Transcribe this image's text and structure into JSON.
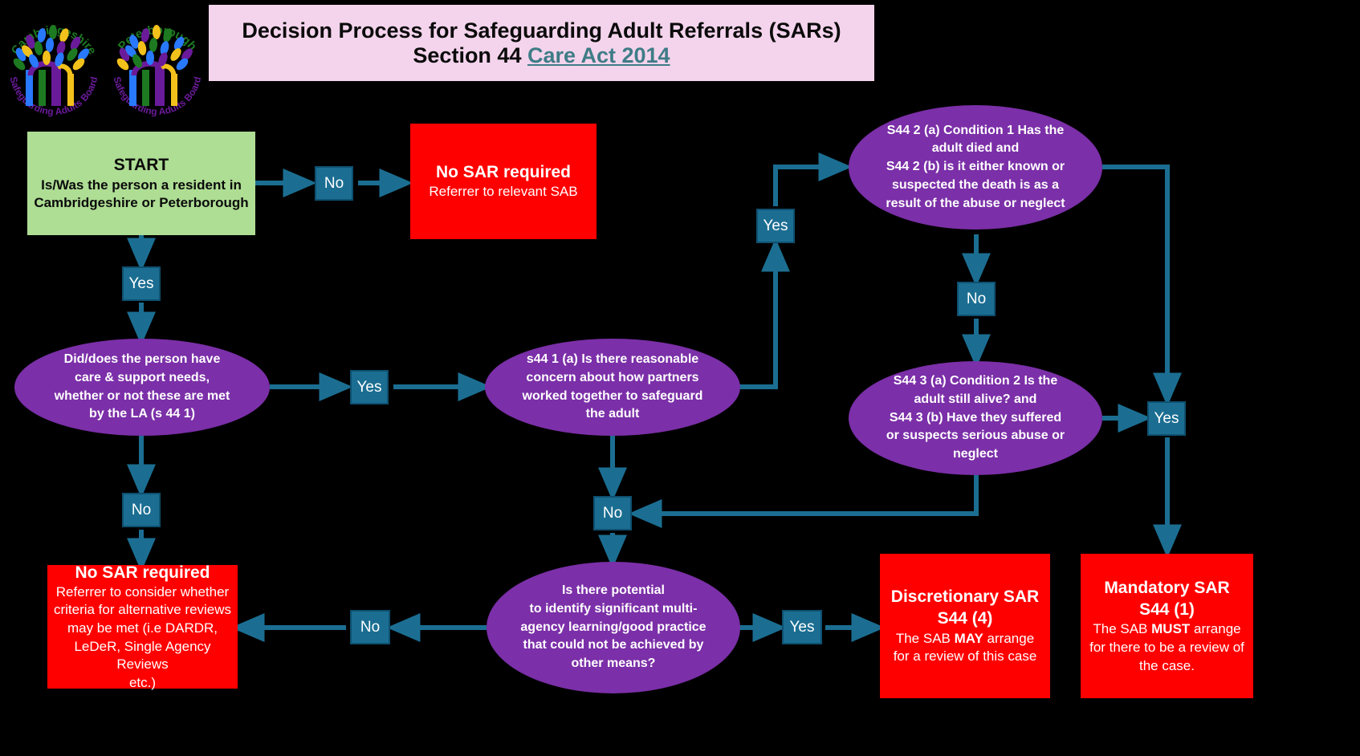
{
  "header": {
    "title_line1": "Decision Process for Safeguarding Adult Referrals (SARs)",
    "title_line2_prefix": "Section 44 ",
    "title_line2_link": "Care Act 2014",
    "banner_color": "#F4D4EC",
    "link_color": "#3E7C86"
  },
  "logos": [
    {
      "name": "cambridgeshire-safeguarding-adults-board-logo",
      "top_text": "Cambridgeshire",
      "bottom_text": "Safeguarding Adults Board"
    },
    {
      "name": "peterborough-safeguarding-adults-board-logo",
      "top_text": "Peterborough",
      "bottom_text": "Safeguarding Adults Board"
    }
  ],
  "palette": {
    "start_green": "#AEDD94",
    "outcome_red": "#FF0000",
    "decision_purple": "#7B2FA8",
    "connector_teal": "#1B6E92",
    "background": "#000000"
  },
  "nodes": {
    "start": {
      "heading": "START",
      "line1": "Is/Was the person a resident in",
      "line2": "Cambridgeshire or Peterborough"
    },
    "no_sar_top": {
      "heading": "No SAR required",
      "line1": "Referrer to relevant SAB"
    },
    "care_needs": {
      "line1": "Did/does the person have",
      "line2": "care & support needs,",
      "line3": "whether or not these are met",
      "line4": "by the LA (s 44 1)"
    },
    "no_sar_bottom": {
      "heading": "No SAR required",
      "line1": "Referrer to consider whether",
      "line2": "criteria for alternative reviews",
      "line3": "may be met (i.e DARDR,",
      "line4": "LeDeR, Single Agency Reviews",
      "line5": "etc.)"
    },
    "s44_1a": {
      "line1": "s44 1 (a) Is there reasonable",
      "line2": "concern about how partners",
      "line3": "worked together to safeguard",
      "line4": "the adult"
    },
    "s44_2": {
      "line1": "S44 2 (a) Condition 1 Has the",
      "line2": "adult died and",
      "line3": "S44 2 (b) is it either known or",
      "line4": "suspected the death is as a",
      "line5": "result of the abuse or neglect"
    },
    "s44_3": {
      "line1": "S44 3 (a) Condition 2 Is the",
      "line2": "adult  still alive?  and",
      "line3": "S44 3 (b) Have they suffered",
      "line4": "or suspects serious abuse or",
      "line5": "neglect"
    },
    "learning": {
      "line1": "Is there potential",
      "line2": "to identify significant multi-",
      "line3": "agency learning/good practice",
      "line4": "that could not be achieved by",
      "line5": "other means?"
    },
    "discretionary": {
      "heading1": "Discretionary SAR",
      "heading2": "S44 (4)",
      "body_pre": "The SAB ",
      "body_bold": "MAY",
      "body_post": " arrange for a review of this case"
    },
    "mandatory": {
      "heading1": "Mandatory SAR",
      "heading2": "S44 (1)",
      "body_pre": "The SAB ",
      "body_bold": "MUST",
      "body_post": " arrange for there to be a review of the case."
    }
  },
  "labels": {
    "start_no": "No",
    "start_yes": "Yes",
    "care_yes": "Yes",
    "care_no": "No",
    "s44_1a_yes": "Yes",
    "s44_1a_no": "No",
    "s44_2_no": "No",
    "s44_2_yes": "Yes",
    "learning_yes": "Yes",
    "learning_no": "No"
  }
}
